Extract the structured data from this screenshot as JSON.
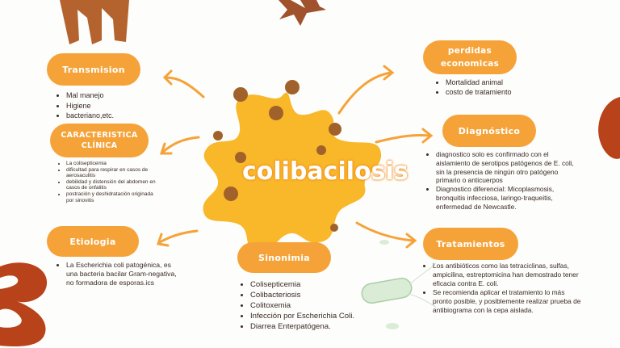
{
  "center": {
    "title": "colibacilosis"
  },
  "nodes": {
    "transmision": {
      "title": "Transmision",
      "items": [
        "Mal manejo",
        "Higiene",
        "bacteriano,etc."
      ]
    },
    "caracteristica": {
      "title": "CARACTERISTICA CLÍNICA",
      "items": [
        "La colisepticemia",
        "dificultad para respirar en casos de aerosaculitis",
        "debilidad y distensión del abdomen en casos de onfalitis",
        "postración y deshidratación originada por sinovitis"
      ]
    },
    "etiologia": {
      "title": "Etiologia",
      "items": [
        "La Escherichia coli patogénica, es una bacteria bacilar Gram-negativa, no formadora de esporas.ics"
      ]
    },
    "sinonimia": {
      "title": "Sinonimia",
      "items": [
        "Colisepticemia",
        "Colibacteriosis",
        "Colitoxemia",
        "Infección por Escherichia Coli.",
        "Diarrea Enterpatógena."
      ]
    },
    "perdidas": {
      "title": "perdidas economicas",
      "items": [
        "Mortalidad animal",
        "costo de tratamiento"
      ]
    },
    "diagnostico": {
      "title": "Diagnóstico",
      "items": [
        "diagnostico solo es confirmado con el aislamiento de serotipos patógenos de E. coli, sin la presencia de ningún otro patógeno primario o anticuerpos",
        "Diagnostico diferencial: Micoplasmosis, bronquitis infecciosa, laringo-traqueitis, enfermedad de Newcastle."
      ]
    },
    "tratamientos": {
      "title": "Tratamientos",
      "items": [
        "Los antibióticos como las tetraciclinas, sulfas, ampicilina, estreptomicina han demostrado tener eficacia contra E. coli.",
        "Se recomienda aplicar el tratamiento lo más pronto posible, y posiblemente realizar prueba de antibiograma con la cepa aislada."
      ]
    }
  },
  "colors": {
    "pill": "#f5a339",
    "splash": "#f9b72a",
    "brown": "#a0622a",
    "rust": "#b8421a",
    "arrow": "#f5a339"
  }
}
